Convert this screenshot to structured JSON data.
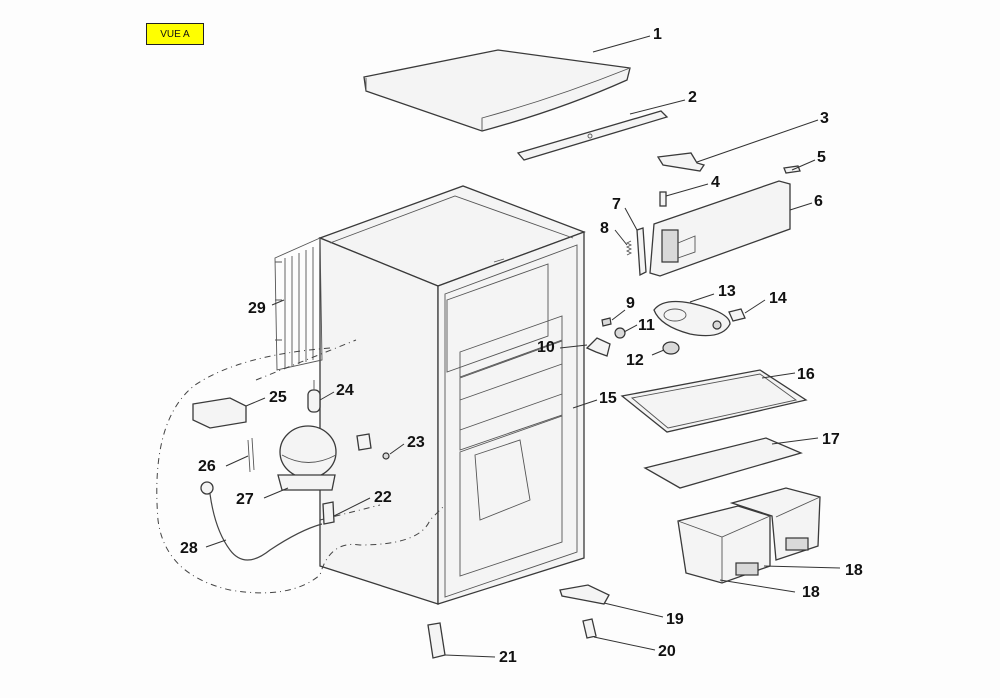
{
  "view_label": "VUE A",
  "part_numbers": [
    "1",
    "2",
    "3",
    "4",
    "5",
    "6",
    "7",
    "8",
    "9",
    "10",
    "11",
    "12",
    "13",
    "14",
    "15",
    "16",
    "17",
    "18",
    "18",
    "19",
    "20",
    "21",
    "22",
    "23",
    "24",
    "25",
    "26",
    "27",
    "28",
    "29"
  ]
}
